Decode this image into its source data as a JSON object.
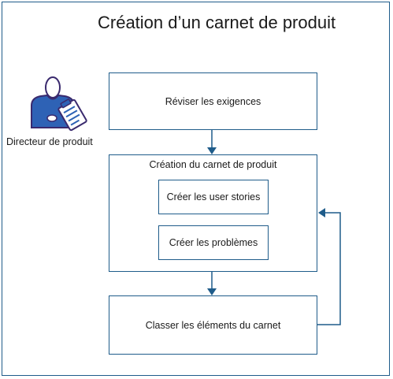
{
  "title": "Création d’un carnet de produit",
  "actor": {
    "label": "Directeur de produit",
    "icon": "person-clipboard-icon"
  },
  "steps": {
    "review": "Réviser les exigences",
    "create_group": "Création du carnet de produit",
    "create_stories": "Créer les user stories",
    "create_issues": "Créer les problèmes",
    "rank": "Classer les éléments du carnet"
  },
  "colors": {
    "border": "#1f5c8a",
    "icon_blue": "#2e62b5",
    "icon_outline": "#3a2a6e"
  }
}
